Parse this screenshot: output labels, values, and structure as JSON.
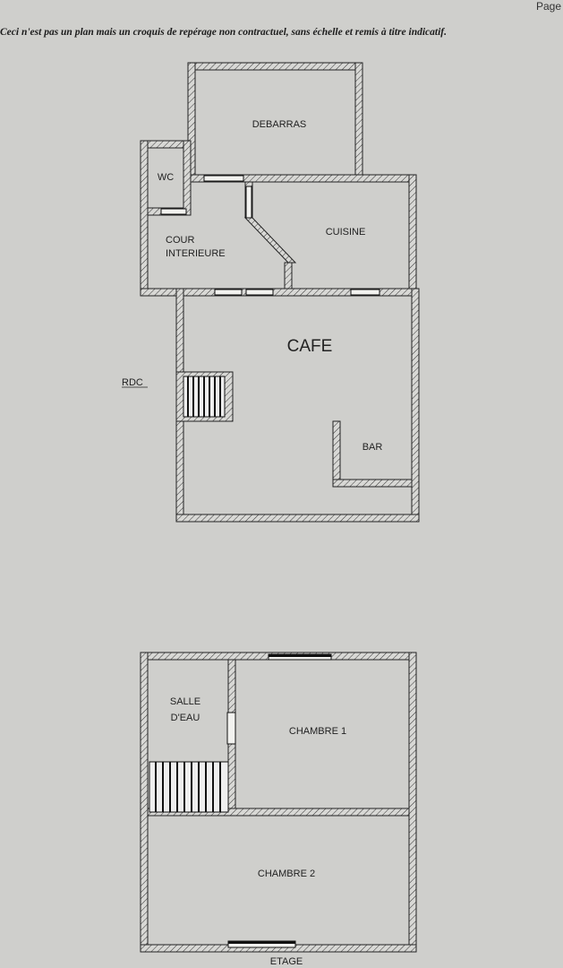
{
  "header": {
    "page_label": "Page",
    "disclaimer": "Ceci n'est pas un plan mais un croquis de repérage non contractuel, sans échelle et remis à titre indicatif."
  },
  "rdc": {
    "level_label": "RDC",
    "rooms": {
      "debarras": "DEBARRAS",
      "wc": "WC",
      "cour_line1": "COUR",
      "cour_line2": "INTERIEURE",
      "cuisine": "CUISINE",
      "cafe": "CAFE",
      "bar": "BAR"
    }
  },
  "etage": {
    "level_label": "ETAGE",
    "rooms": {
      "salle_line1": "SALLE",
      "salle_line2": "D'EAU",
      "chambre1": "CHAMBRE 1",
      "chambre2": "CHAMBRE 2"
    }
  }
}
